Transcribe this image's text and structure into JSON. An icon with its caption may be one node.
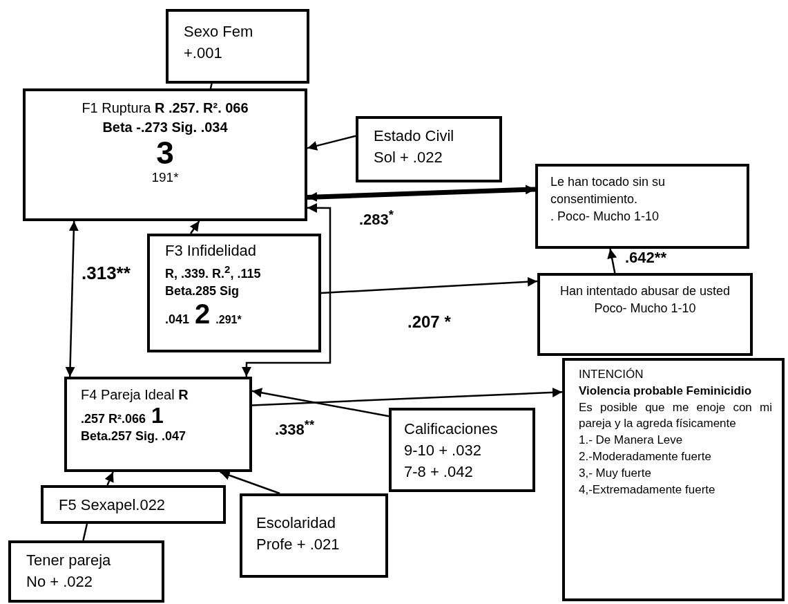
{
  "diagram": {
    "nodes": [
      {
        "text": [
          "Sexo Fem",
          "+.001"
        ]
      },
      {
        "text": [
          "F1 Ruptura **R .257.  R². 066**",
          "Beta -.273 Sig. .034",
          "3",
          "191*"
        ]
      },
      {
        "text": [
          "Estado Civil",
          "Sol + .022"
        ]
      },
      {
        "text": [
          "Le han tocado sin su consentimiento.",
          ". Poco- Mucho 1-10"
        ]
      },
      {
        "text": [
          "F3 Infidelidad",
          "R, .339.  R.$^{2}$, .115 Beta.285 Sig .041",
          "2",
          ".291*"
        ]
      },
      {
        "text": [
          "Han intentado abusar de usted",
          "Poco- Mucho 1-10"
        ]
      },
      {
        "text": [
          "F4 Pareja Ideal **R**",
          ".257 R².066",
          "1",
          "Beta.257 Sig. .047"
        ]
      },
      {
        "text": [
          "INTENCIÓN",
          "Violencia probable Feminicidio",
          "Es posible que me enoje con mi pareja y la agreda físicamente",
          "1.- De Manera Leve",
          "2.-Moderadamente fuerte",
          "3,- Muy fuerte",
          "4,-Extremadamente fuerte"
        ]
      },
      {
        "text": [
          "Calificaciones",
          "9-10 + .032",
          "7-8 + .042"
        ]
      },
      {
        "text": [
          "F5 Sexapel.022"
        ]
      },
      {
        "text": [
          "Escolaridad",
          "Profe + .021"
        ]
      },
      {
        "text": [
          "Tener pareja",
          "No + .022"
        ]
      }
    ],
    "edges": [
      {
        "from": 0,
        "to": 1,
        "arrow": "none"
      },
      {
        "from": 2,
        "to": 1,
        "arrow": "to"
      },
      {
        "from": 1,
        "to": 6,
        "arrow": "both",
        "label": ".313**"
      },
      {
        "from": 4,
        "to": 1,
        "arrow": "to"
      },
      {
        "from": 6,
        "to": 1,
        "arrow": "both"
      },
      {
        "from": 1,
        "to": 3,
        "arrow": "both",
        "label": ".283$^{*}$",
        "style": "thick"
      },
      {
        "from": 4,
        "to": 5,
        "arrow": "to",
        "label": ".207 *"
      },
      {
        "from": 5,
        "to": 3,
        "arrow": "to",
        "label": ".642**"
      },
      {
        "from": 6,
        "to": 7,
        "arrow": "to",
        "label": ".338$^{**}$"
      },
      {
        "from": 8,
        "to": 6,
        "arrow": "to"
      },
      {
        "from": 10,
        "to": 6,
        "arrow": "to"
      },
      {
        "from": 9,
        "to": 6,
        "arrow": "to"
      },
      {
        "from": 11,
        "to": 9,
        "arrow": "none"
      }
    ]
  }
}
